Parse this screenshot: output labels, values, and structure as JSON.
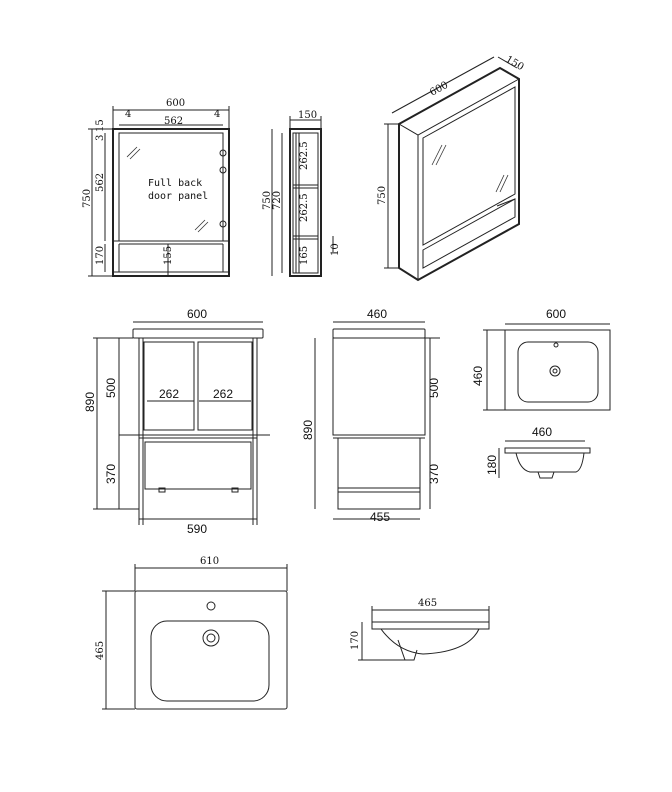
{
  "mirror_cabinet": {
    "front": {
      "width_total": "600",
      "width_inner": "562",
      "side_left": "4",
      "side_right": "4",
      "top_a": "15",
      "top_b": "3",
      "height_total": "750",
      "door_height": "562",
      "shelf_height": "170",
      "shelf_split": "155",
      "note_line1": "Full back",
      "note_line2": "door panel"
    },
    "side": {
      "depth": "150",
      "height_total": "750",
      "height_inner": "720",
      "shelf_space_1": "262.5",
      "shelf_space_2": "262.5",
      "bottom_space": "165",
      "bottom_thickness": "10"
    },
    "iso": {
      "width": "600",
      "depth": "150",
      "height": "750"
    }
  },
  "vanity": {
    "front": {
      "width": "600",
      "door_left": "262",
      "door_right": "262",
      "height_total": "890",
      "door_height": "500",
      "shelf_height": "370",
      "base_width": "590"
    },
    "side": {
      "depth": "460",
      "height_total": "890",
      "door_height": "500",
      "shelf_height": "370",
      "base_depth": "455"
    }
  },
  "basin_small": {
    "top": {
      "width": "600",
      "depth": "460"
    },
    "profile": {
      "width": "460",
      "height": "180"
    }
  },
  "basin_large": {
    "top": {
      "width": "610",
      "depth": "465"
    },
    "profile": {
      "width": "465",
      "height": "170"
    }
  }
}
